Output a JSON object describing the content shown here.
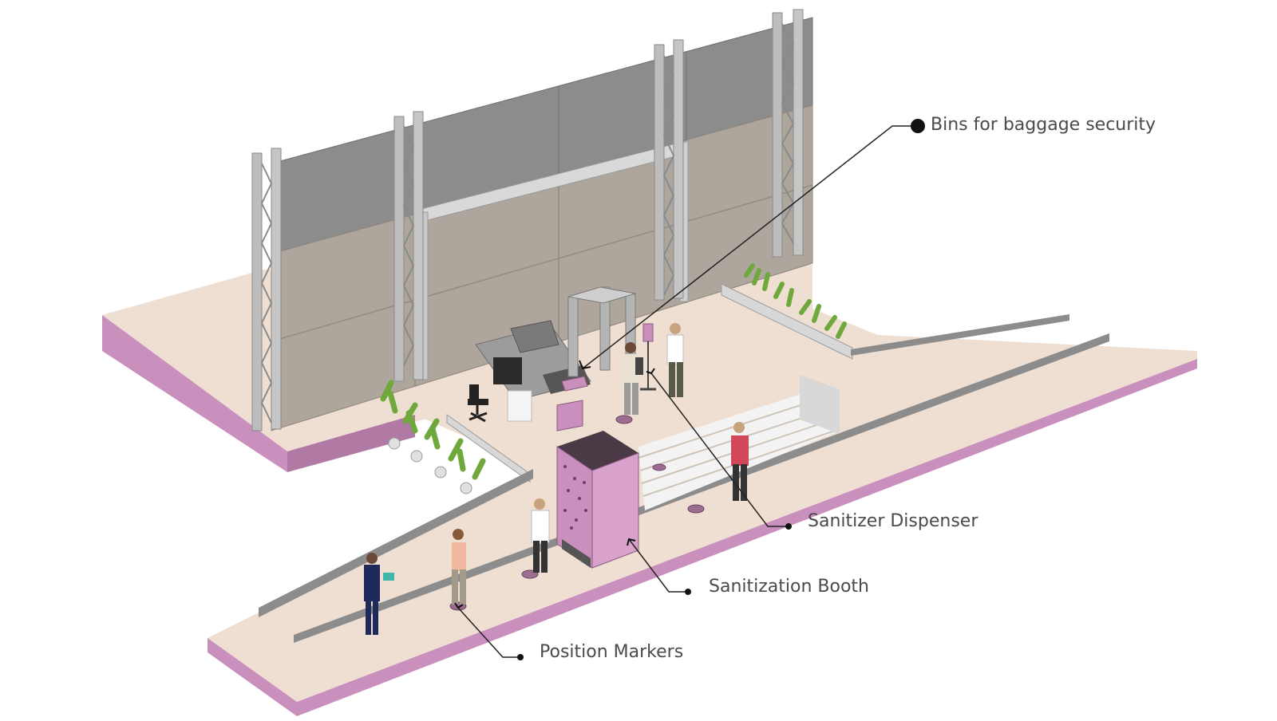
{
  "labels": {
    "bins": "Bins for baggage security",
    "sanitizer": "Sanitizer Dispenser",
    "booth": "Sanitization Booth",
    "markers": "Position Markers"
  },
  "colors": {
    "floor": "#efdfd2",
    "slab_side": "#c98fbd",
    "wall_upper": "#8c8c8c",
    "wall_lower": "#aea59c",
    "truss": "#a9a9a9",
    "booth": "#c98fbd",
    "ramp_edge": "#7a7a7a",
    "leaf": "#6fa83c",
    "leader": "#222222"
  },
  "icons": {
    "frame": "gate-truss-icon",
    "detector": "metal-detector-icon",
    "scanner": "baggage-scanner-icon",
    "chair": "office-chair-icon",
    "plant": "potted-plant-icon",
    "person": "person-icon"
  }
}
